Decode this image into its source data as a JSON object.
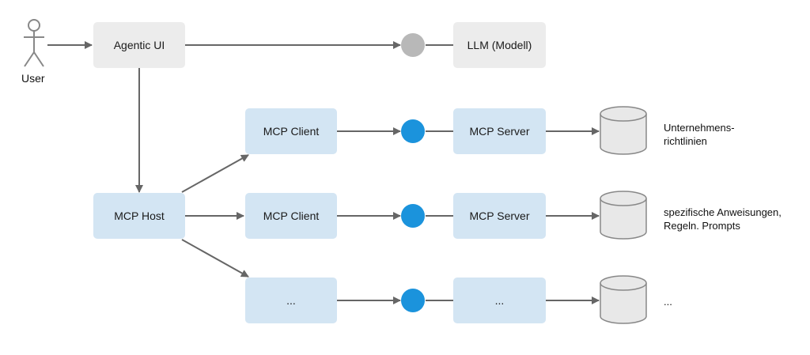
{
  "colors": {
    "box_grey": "#ececec",
    "box_blue": "#d3e5f3",
    "connector_grey": "#b8b8b8",
    "connector_blue": "#1b93dc",
    "arrow": "#666666",
    "database": "#e8e8e8"
  },
  "actor": {
    "label": "User"
  },
  "nodes": {
    "agentic_ui": "Agentic UI",
    "llm": "LLM (Modell)",
    "mcp_host": "MCP Host",
    "client_1": "MCP Client",
    "client_2": "MCP Client",
    "client_3": "...",
    "server_1": "MCP Server",
    "server_2": "MCP Server",
    "server_3": "..."
  },
  "resources": {
    "r1": "Unternehmens-\nrichtlinien",
    "r2": "spezifische Anweisungen,\nRegeln. Prompts",
    "r3": "..."
  }
}
